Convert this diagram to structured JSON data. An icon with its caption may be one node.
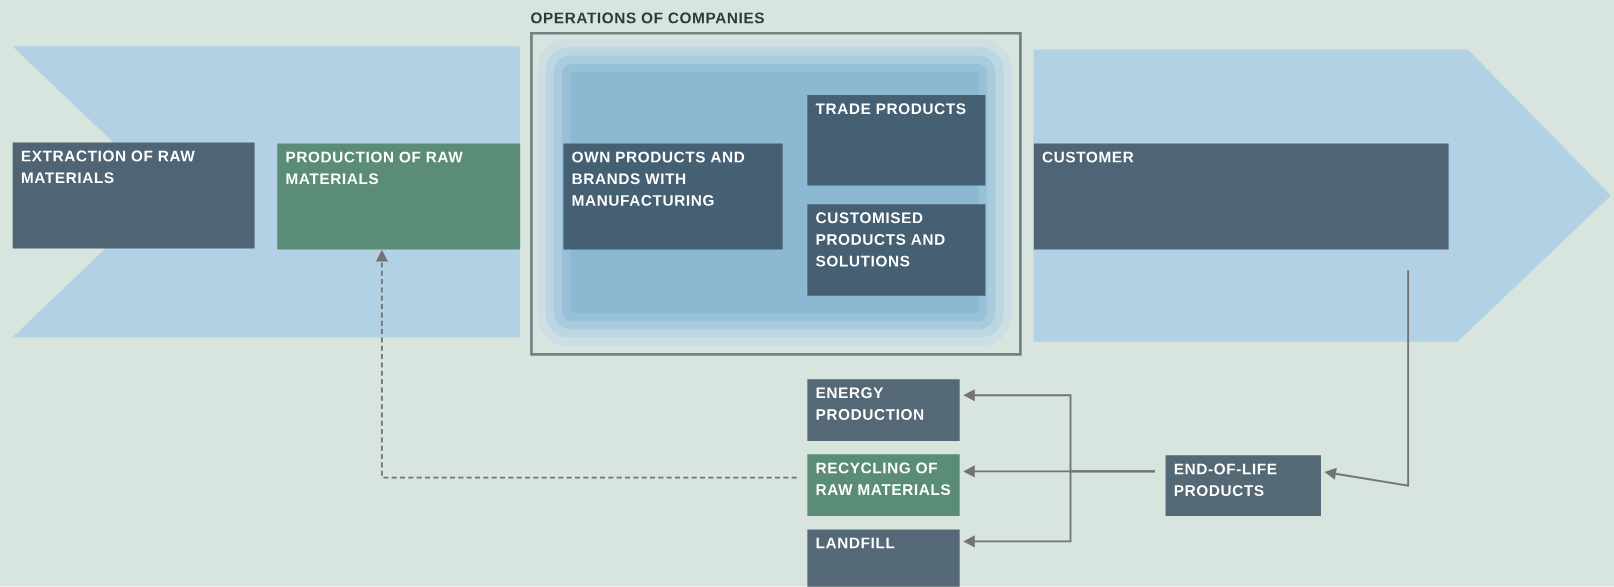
{
  "diagram": {
    "nodes": [
      {
        "text": [
          "EXTRACTION OF RAW MATERIALS"
        ]
      },
      {
        "text": [
          "PRODUCTION OF RAW MATERIALS"
        ]
      },
      {
        "text": [
          "OPERATIONS OF COMPANIES"
        ]
      },
      {
        "text": [
          "OWN PRODUCTS AND BRANDS WITH MANUFACTURING"
        ],
        "in": 2
      },
      {
        "text": [
          "TRADE PRODUCTS"
        ],
        "in": 2
      },
      {
        "text": [
          "CUSTOMISED PRODUCTS AND SOLUTIONS"
        ],
        "in": 2
      },
      {
        "text": [
          "CUSTOMER"
        ]
      },
      {
        "text": [
          "ENERGY PRODUCTION"
        ]
      },
      {
        "text": [
          "RECYCLING OF RAW MATERIALS"
        ]
      },
      {
        "text": [
          "LANDFILL"
        ]
      },
      {
        "text": [
          "END-OF-LIFE PRODUCTS"
        ]
      }
    ],
    "edges": [
      {
        "from": 6,
        "to": 10,
        "arrow": "to"
      },
      {
        "from": 10,
        "to": 7,
        "arrow": "to"
      },
      {
        "from": 10,
        "to": 8,
        "arrow": "to"
      },
      {
        "from": 10,
        "to": 9,
        "arrow": "to"
      },
      {
        "from": 8,
        "to": 1,
        "arrow": "to",
        "style": "dashed"
      }
    ]
  }
}
